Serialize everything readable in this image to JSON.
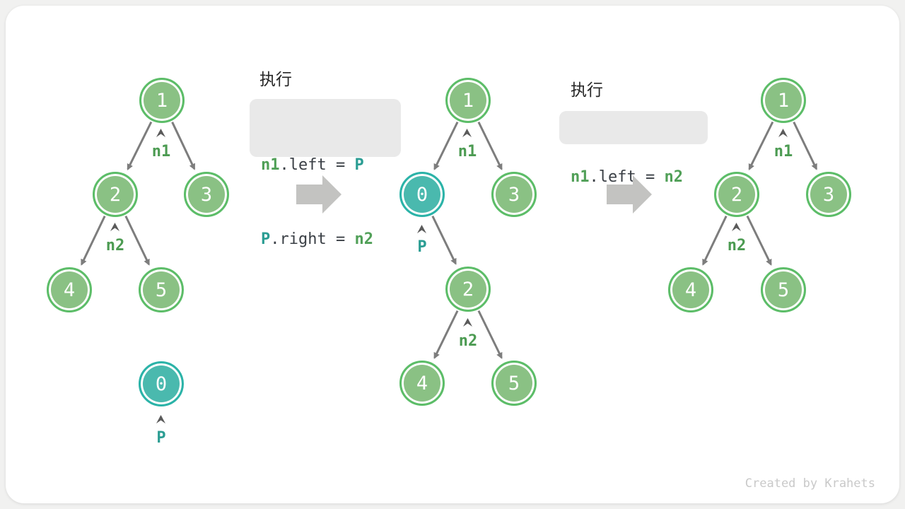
{
  "panels": {
    "step1": {
      "title": "执行",
      "lines": [
        {
          "tokens": [
            {
              "text": "n1"
            },
            {
              "text": ".left = "
            },
            {
              "text": "P"
            }
          ]
        },
        {
          "tokens": [
            {
              "text": "P"
            },
            {
              "text": ".right = "
            },
            {
              "text": "n2"
            }
          ]
        }
      ]
    },
    "step2": {
      "title": "执行",
      "lines": [
        {
          "tokens": [
            {
              "text": "n1"
            },
            {
              "text": ".left = "
            },
            {
              "text": "n2"
            }
          ]
        }
      ]
    }
  },
  "pointer_labels": {
    "n1": "n1",
    "n2": "n2",
    "p": "P"
  },
  "trees": {
    "left": {
      "values": [
        "1",
        "2",
        "3",
        "4",
        "5"
      ],
      "detached_value": "0",
      "edges": [
        "1→2",
        "1→3",
        "2→4",
        "2→5"
      ]
    },
    "middle": {
      "values": [
        "1",
        "0",
        "3",
        "2",
        "4",
        "5"
      ],
      "edges": [
        "1→0",
        "1→3",
        "0→2",
        "2→4",
        "2→5"
      ]
    },
    "right": {
      "values": [
        "1",
        "2",
        "3",
        "4",
        "5"
      ],
      "edges": [
        "1→2",
        "1→3",
        "2→4",
        "2→5"
      ]
    }
  },
  "footer": {
    "credit": "Created by Krahets"
  },
  "colors": {
    "node_green_fill": "#8ac184",
    "node_green_stroke": "#5cbd68",
    "node_teal_fill": "#4ab9ae",
    "node_teal_stroke": "#2bb3a8",
    "pointer_green": "#4c9b52",
    "pointer_teal": "#2b9d93",
    "edge_gray": "#7d7d7d",
    "code_background": "#e9e9e9",
    "code_plain": "#3a3f45",
    "big_arrow_gray": "#c3c3c1",
    "footer_gray": "#c9c9c9",
    "card_background": "#ffffff",
    "page_background": "#f1f1f0"
  }
}
